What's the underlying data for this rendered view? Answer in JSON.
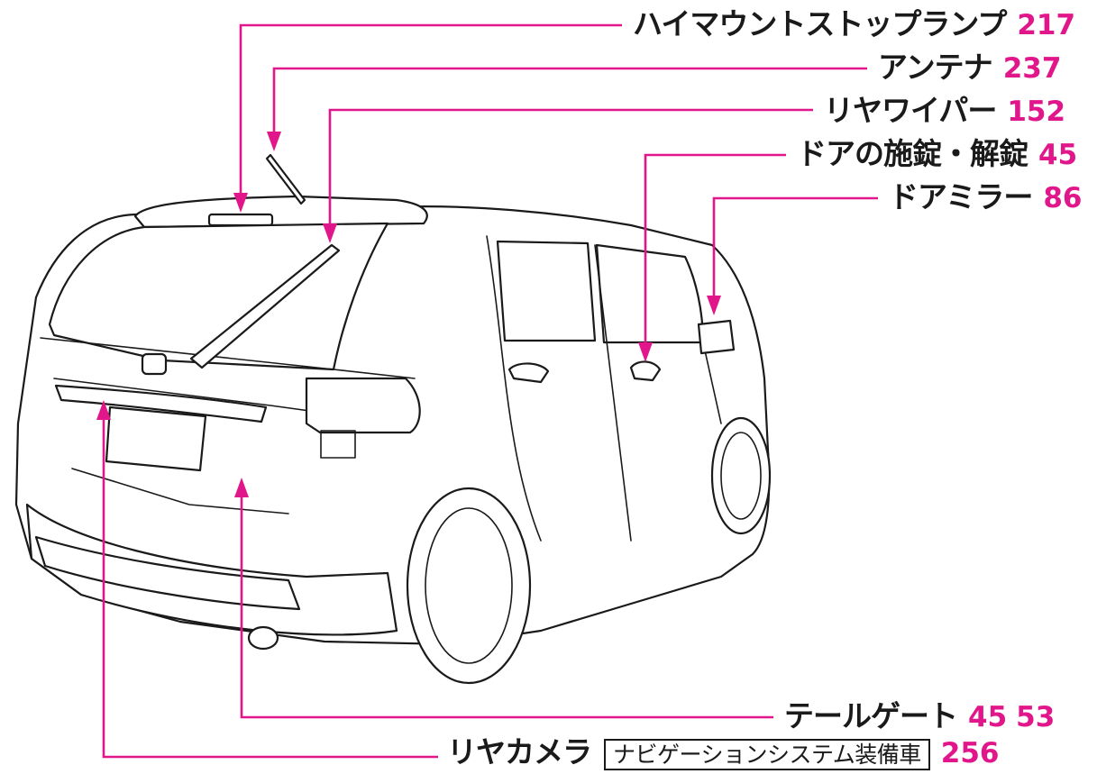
{
  "callouts": [
    {
      "label": "ハイマウントストップランプ",
      "pages": [
        "217"
      ]
    },
    {
      "label": "アンテナ",
      "pages": [
        "237"
      ]
    },
    {
      "label": "リヤワイパー",
      "pages": [
        "152"
      ]
    },
    {
      "label": "ドアの施錠・解錠",
      "pages": [
        "45"
      ]
    },
    {
      "label": "ドアミラー",
      "pages": [
        "86"
      ]
    },
    {
      "label": "テールゲート",
      "pages": [
        "45",
        "53"
      ]
    },
    {
      "label": "リヤカメラ",
      "badge": "ナビゲーションシステム装備車",
      "pages": [
        "256"
      ]
    }
  ],
  "colors": {
    "leader": "#e0168a",
    "text": "#1a1a1a",
    "outline": "#1a1a1a"
  }
}
